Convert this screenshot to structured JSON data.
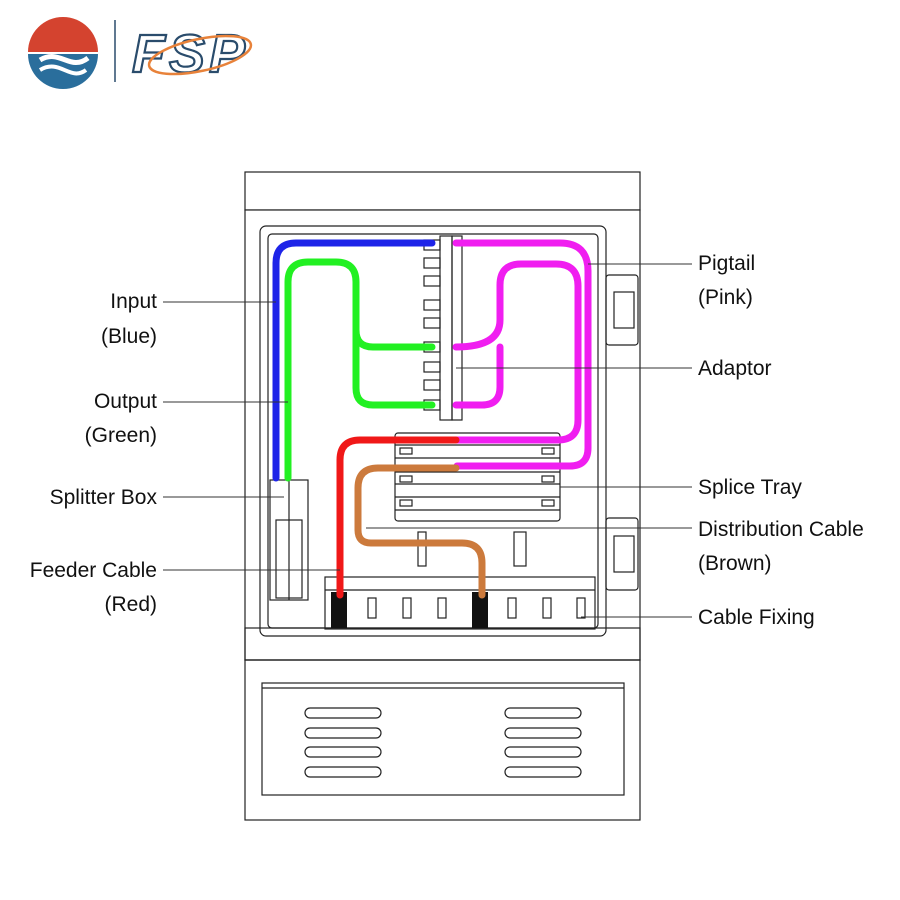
{
  "logo": {
    "wordmark": "FSP",
    "colors": {
      "red": "#d4432f",
      "blue": "#2a6e9c",
      "dark": "#2a4c6c",
      "orange": "#e8823a"
    }
  },
  "labels": {
    "input": [
      "Input",
      "(Blue)"
    ],
    "output": [
      "Output",
      "(Green)"
    ],
    "splitter_box": [
      "Splitter Box"
    ],
    "feeder_cable": [
      "Feeder Cable",
      "(Red)"
    ],
    "pigtail": [
      "Pigtail",
      "(Pink)"
    ],
    "adaptor": [
      "Adaptor"
    ],
    "splice_tray": [
      "Splice Tray"
    ],
    "distribution_cable": [
      "Distribution Cable",
      "(Brown)"
    ],
    "cable_fixing": [
      "Cable Fixing"
    ]
  },
  "cable_colors": {
    "input": "#1e24e8",
    "output": "#22f022",
    "pigtail": "#f01ef0",
    "feeder": "#f01818",
    "distribution": "#cc7a3c"
  }
}
